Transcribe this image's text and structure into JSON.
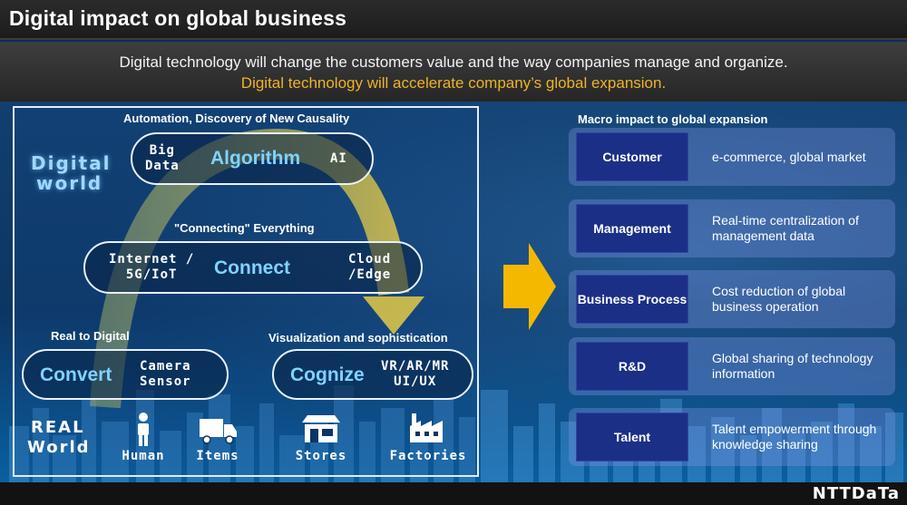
{
  "header": {
    "title": "Digital impact on global business",
    "subtitle_line1": "Digital technology will change the customers value and the way companies manage and organize.",
    "subtitle_line2": "Digital technology will accelerate company’s global expansion."
  },
  "left": {
    "digital_world": [
      "Digital",
      "world"
    ],
    "real_world": [
      "REAL",
      "World"
    ],
    "caption_automation": "Automation, Discovery of New Causality",
    "caption_connecting": "\"Connecting\" Everything",
    "caption_real_to_digital": "Real to Digital",
    "caption_visualization": "Visualization and sophistication",
    "algorithm": {
      "left": [
        "Big",
        "Data"
      ],
      "main": "Algorithm",
      "right": "AI"
    },
    "connect": {
      "left": [
        "Internet /",
        "5G/IoT"
      ],
      "main": "Connect",
      "right": [
        "Cloud",
        "/Edge"
      ]
    },
    "convert": {
      "main": "Convert",
      "right": [
        "Camera",
        "Sensor"
      ]
    },
    "cognize": {
      "main": "Cognize",
      "right": [
        "VR/AR/MR",
        "UI/UX"
      ]
    },
    "real_items": [
      {
        "label": "Human",
        "icon": "person-icon"
      },
      {
        "label": "Items",
        "icon": "truck-icon"
      },
      {
        "label": "Stores",
        "icon": "store-icon"
      },
      {
        "label": "Factories",
        "icon": "factory-icon"
      }
    ]
  },
  "right": {
    "title": "Macro impact to global expansion",
    "rows": [
      {
        "label": "Customer",
        "desc": "e-commerce, global market"
      },
      {
        "label": "Management",
        "desc": "Real-time centralization of management data"
      },
      {
        "label": "Business Process",
        "desc": "Cost reduction of global business  operation"
      },
      {
        "label": "R&D",
        "desc": "Global sharing of technology information"
      },
      {
        "label": "Talent",
        "desc": "Talent empowerment through knowledge sharing"
      }
    ]
  },
  "footer": {
    "logo": "NTTDaTa"
  },
  "colors": {
    "accent_yellow": "#f0b323",
    "label_blue": "#7fd3ff",
    "macro_label_bg": "#1c2f86",
    "arrow_yellow": "#f5b800"
  }
}
